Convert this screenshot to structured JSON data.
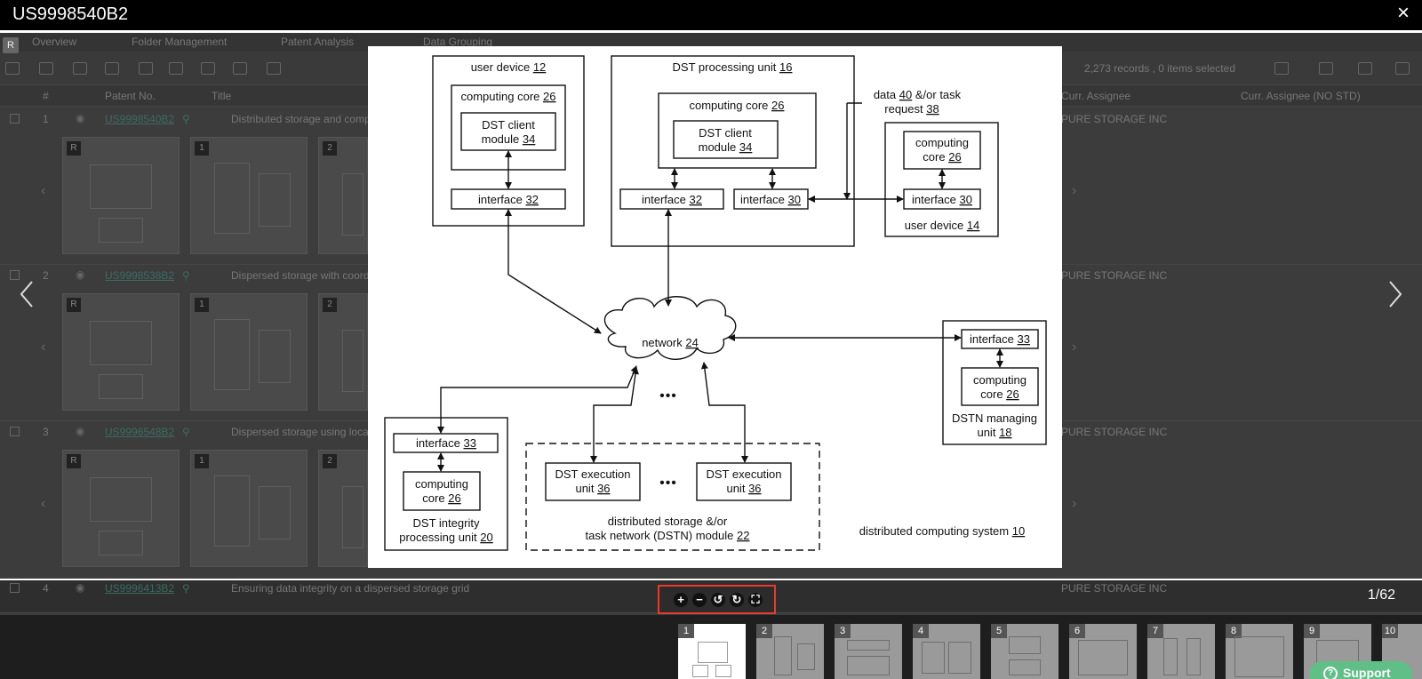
{
  "viewer": {
    "title": "US9998540B2",
    "close_icon": "×",
    "counter": "1/62",
    "toolbar": {
      "zoom_in": "+",
      "zoom_out": "−",
      "rotate_left": "↺",
      "rotate_right": "↻",
      "fullscreen": "⛶"
    },
    "support_label": "Support",
    "support_icon": "?",
    "r_badge": "R"
  },
  "background": {
    "tabs": [
      "Overview",
      "Folder Management",
      "Patent Analysis",
      "Data Grouping"
    ],
    "records_text": "2,273 records , 0 items selected",
    "columns": [
      "#",
      "Patent No.",
      "Title",
      "Curr. Assignee",
      "Curr. Assignee (NO STD)"
    ],
    "rows": [
      {
        "num": "1",
        "patent": "US9998540B2",
        "title": "Distributed storage and comp",
        "assignee": "PURE STORAGE INC"
      },
      {
        "num": "2",
        "patent": "US9998538B2",
        "title": "Dispersed storage with coord",
        "assignee": "PURE STORAGE INC"
      },
      {
        "num": "3",
        "patent": "US9996548B2",
        "title": "Dispersed storage using loca",
        "assignee": "PURE STORAGE INC"
      },
      {
        "num": "4",
        "patent": "US9996413B2",
        "title": "Ensuring data integrity on a dispersed storage grid",
        "assignee": "PURE STORAGE INC"
      }
    ],
    "thumb_tags": [
      "R",
      "1",
      "2"
    ]
  },
  "thumbnails": [
    "1",
    "2",
    "3",
    "4",
    "5",
    "6",
    "7",
    "8",
    "9",
    "10"
  ],
  "figure": {
    "user_device_12": {
      "label": "user device",
      "ref": "12"
    },
    "cc_12": {
      "label": "computing core",
      "ref": "26"
    },
    "dst_client_12": {
      "line1": "DST client",
      "line2": "module",
      "ref": "34"
    },
    "if_12": {
      "label": "interface",
      "ref": "32"
    },
    "dst_pu_16": {
      "label": "DST processing unit",
      "ref": "16"
    },
    "cc_16": {
      "label": "computing core",
      "ref": "26"
    },
    "dst_client_16": {
      "line1": "DST client",
      "line2": "module",
      "ref": "34"
    },
    "if32_16": {
      "label": "interface",
      "ref": "32"
    },
    "if30_16": {
      "label": "interface",
      "ref": "30"
    },
    "data_note": {
      "pre": "data",
      "ref1": "40",
      "mid": "&/or task",
      "line2": "request",
      "ref2": "38"
    },
    "user_device_14": {
      "label": "user device",
      "ref": "14"
    },
    "cc_14": {
      "line1": "computing",
      "line2": "core",
      "ref": "26"
    },
    "if_14": {
      "label": "interface",
      "ref": "30"
    },
    "network": {
      "label": "network",
      "ref": "24"
    },
    "dstn_mgr": {
      "line1": "DSTN managing",
      "line2": "unit",
      "ref": "18"
    },
    "cc_18": {
      "line1": "computing",
      "line2": "core",
      "ref": "26"
    },
    "if_18": {
      "label": "interface",
      "ref": "33"
    },
    "dst_integrity": {
      "line1": "DST integrity",
      "line2": "processing unit",
      "ref": "20"
    },
    "if_20": {
      "label": "interface",
      "ref": "33"
    },
    "cc_20": {
      "line1": "computing",
      "line2": "core",
      "ref": "26"
    },
    "exec_a": {
      "line1": "DST execution",
      "line2": "unit",
      "ref": "36"
    },
    "exec_b": {
      "line1": "DST execution",
      "line2": "unit",
      "ref": "36"
    },
    "dstn_module": {
      "line1": "distributed storage &/or",
      "line2": "task network (DSTN) module",
      "ref": "22"
    },
    "system": {
      "label": "distributed computing system",
      "ref": "10"
    },
    "ellipsis": "•••"
  }
}
